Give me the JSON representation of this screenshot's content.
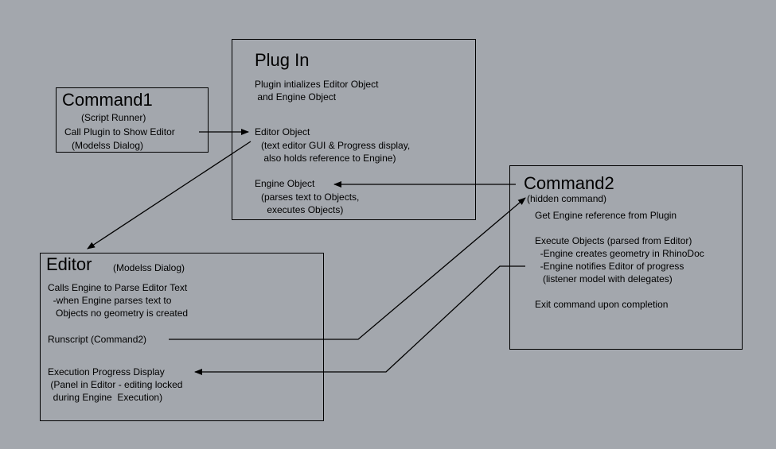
{
  "command1": {
    "title": "Command1",
    "subtitle": "(Script Runner)",
    "line1": "Call Plugin to Show Editor",
    "line2": "(Modelss Dialog)"
  },
  "plugin": {
    "title": "Plug In",
    "desc1": "Plugin intializes Editor Object",
    "desc2": " and Engine Object",
    "editor_obj": "Editor Object",
    "editor_obj_d1": "(text editor GUI & Progress display,",
    "editor_obj_d2": " also holds reference to Engine)",
    "engine_obj": "Engine Object",
    "engine_obj_d1": "(parses text to Objects,",
    "engine_obj_d2": " executes Objects)"
  },
  "editor": {
    "title": "Editor",
    "subtitle": "(Modelss Dialog)",
    "l1": "Calls Engine to Parse Editor Text",
    "l2": "  -when Engine parses text to",
    "l3": "   Objects no geometry is created",
    "runscript": "Runscript (Command2)",
    "exec1": "Execution Progress Display",
    "exec2": " (Panel in Editor - editing locked",
    "exec3": "  during Engine  Execution)"
  },
  "command2": {
    "title": "Command2",
    "subtitle": "(hidden command)",
    "l1": "Get Engine reference from Plugin",
    "l2": "Execute Objects (parsed from Editor)",
    "l3": "  -Engine creates geometry in RhinoDoc",
    "l4": "  -Engine notifies Editor of progress",
    "l5": "   (listener model with delegates)",
    "l6": "Exit command upon completion"
  }
}
